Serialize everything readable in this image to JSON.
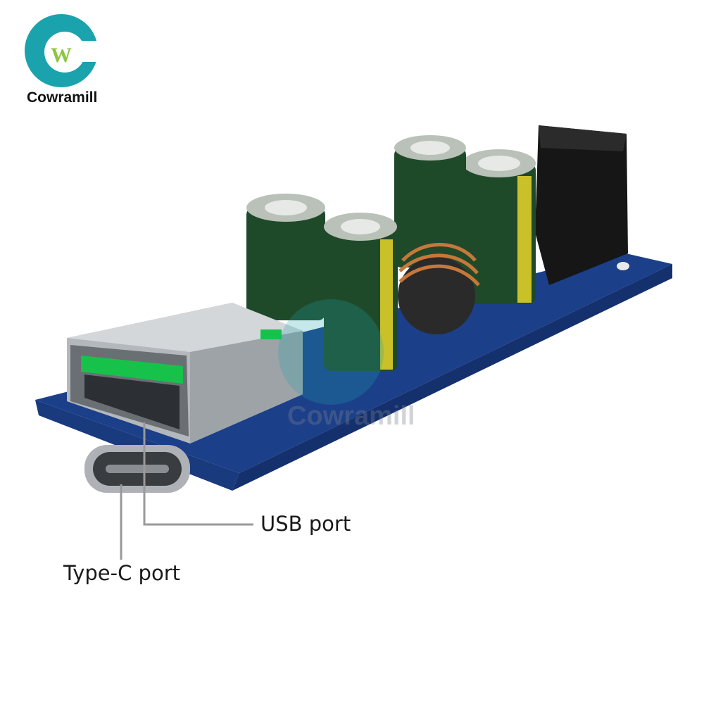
{
  "logo": {
    "brand": "Cowramill",
    "letter": "W",
    "color": "#1aa3ad"
  },
  "watermark": {
    "text": "Cowramill"
  },
  "callouts": {
    "usb": "USB port",
    "typec": "Type-C port"
  },
  "colors": {
    "pcb": "#1c3f8a",
    "capacitor": "#1f4a2a",
    "jack": "#151515"
  }
}
